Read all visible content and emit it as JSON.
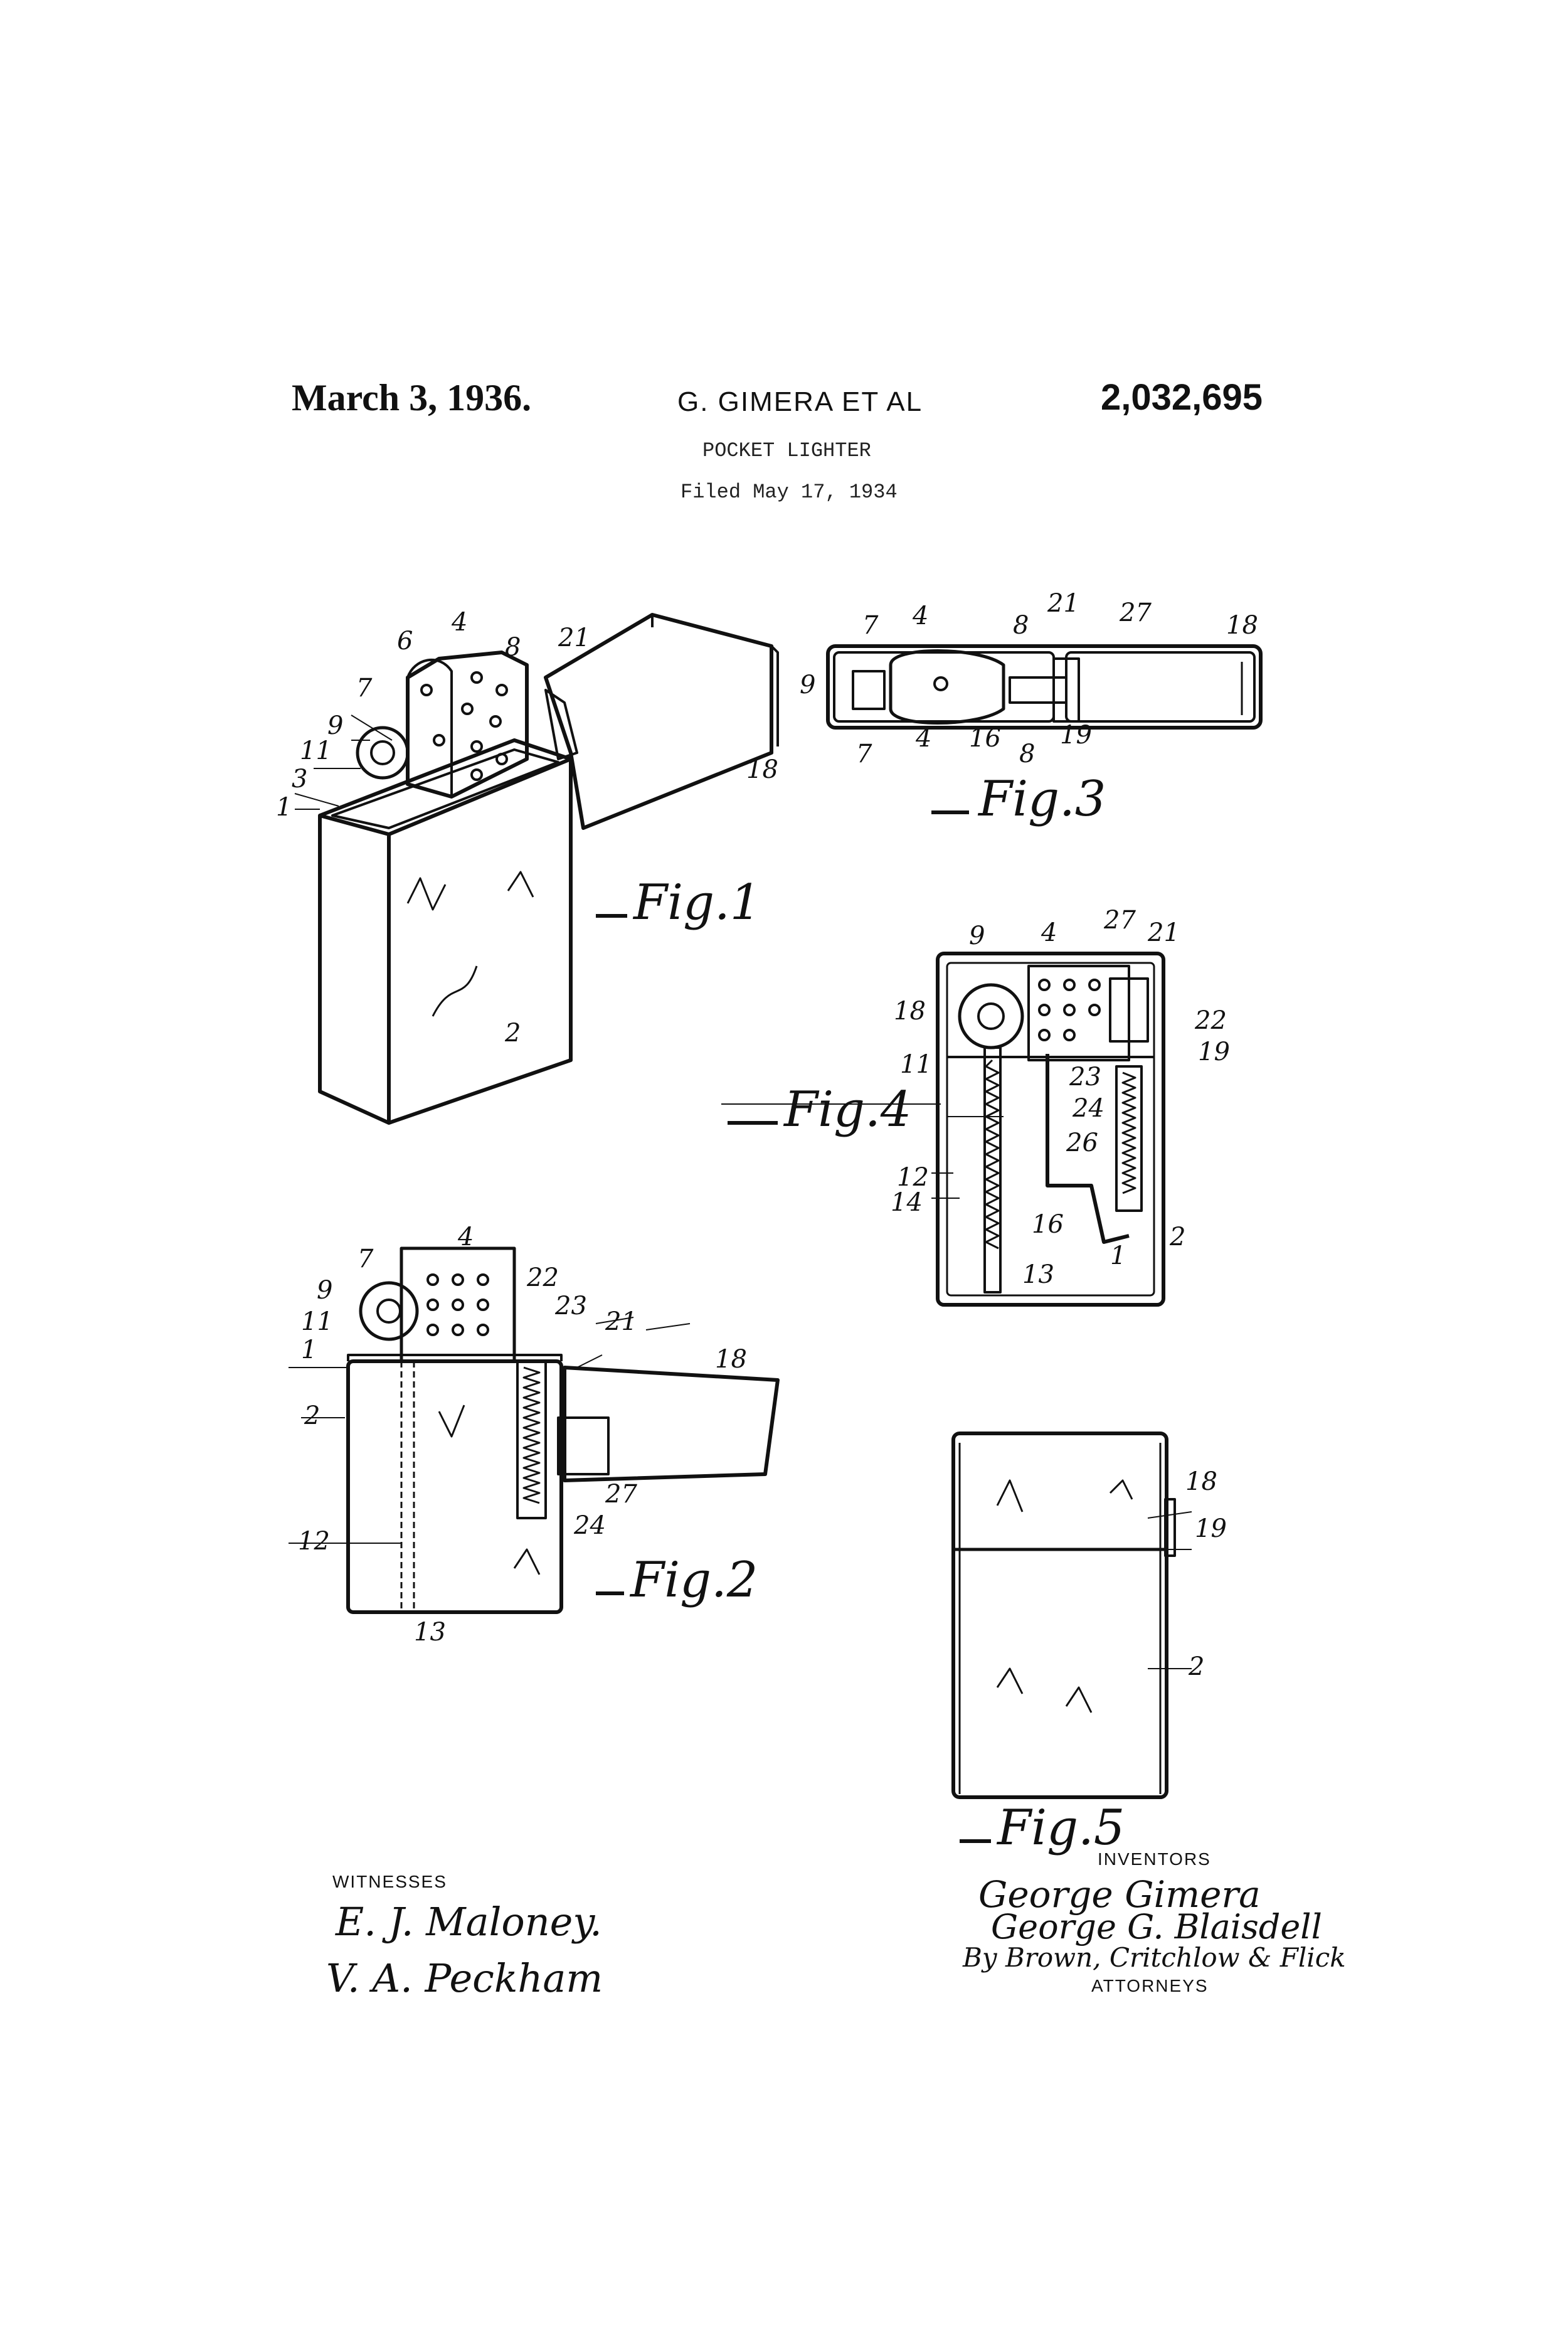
{
  "header": {
    "date": "March 3, 1936.",
    "inventor": "G. GIMERA ET AL",
    "patent_number": "2,032,695",
    "title": "POCKET LIGHTER",
    "filed": "Filed May 17, 1934"
  },
  "figures": {
    "fig1": "Fig.1",
    "fig2": "Fig.2",
    "fig3": "Fig.3",
    "fig4": "Fig.4",
    "fig5": "Fig.5"
  },
  "labels": {
    "n1": "1",
    "n2": "2",
    "n3": "3",
    "n4": "4",
    "n6": "6",
    "n7": "7",
    "n8": "8",
    "n9": "9",
    "n11": "11",
    "n12": "12",
    "n13": "13",
    "n14": "14",
    "n16": "16",
    "n18": "18",
    "n19": "19",
    "n21": "21",
    "n22": "22",
    "n23": "23",
    "n24": "24",
    "n26": "26",
    "n27": "27"
  },
  "footer": {
    "witnesses_label": "WITNESSES",
    "witness_1": "E. J. Maloney.",
    "witness_2": "V. A. Peckham",
    "inventors_label": "INVENTORS",
    "inventor_1": "George Gimera",
    "inventor_2": "George G. Blaisdell",
    "attorney_sig": "By Brown, Critchlow & Flick",
    "attorneys_label": "ATTORNEYS"
  },
  "colors": {
    "ink": "#111111",
    "paper": "#ffffff"
  }
}
